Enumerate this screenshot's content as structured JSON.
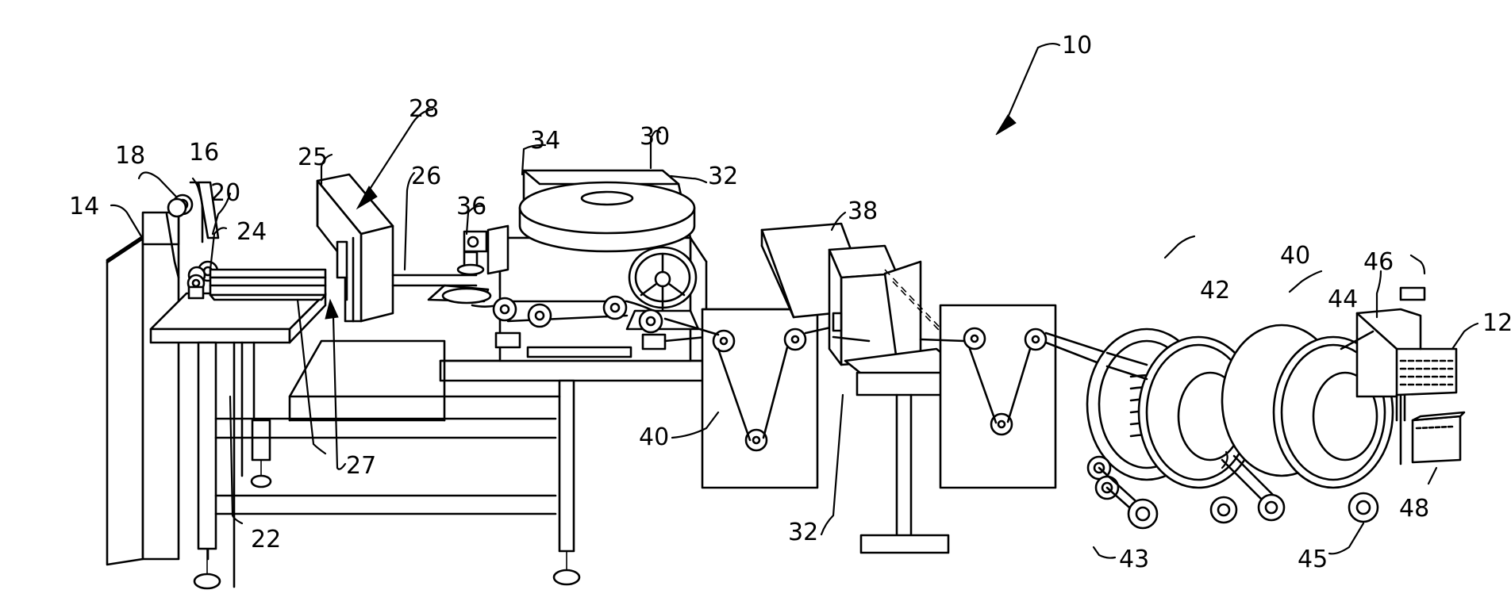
{
  "reference_numerals": {
    "system": "10",
    "output_unit": "12",
    "frame": "14",
    "n16": "16",
    "n18": "18",
    "n20": "20",
    "n22": "22",
    "n24": "24",
    "n25": "25",
    "n26": "26",
    "n27": "27",
    "n28": "28",
    "n30": "30",
    "n32_top": "32",
    "n32_bottom": "32",
    "n34": "34",
    "n36": "36",
    "n38": "38",
    "n40_left": "40",
    "n40_right": "40",
    "n42": "42",
    "n43": "43",
    "n44": "44",
    "n45": "45",
    "n46": "46",
    "n48": "48"
  },
  "colors": {
    "ink": "#000000",
    "paper": "#ffffff"
  }
}
